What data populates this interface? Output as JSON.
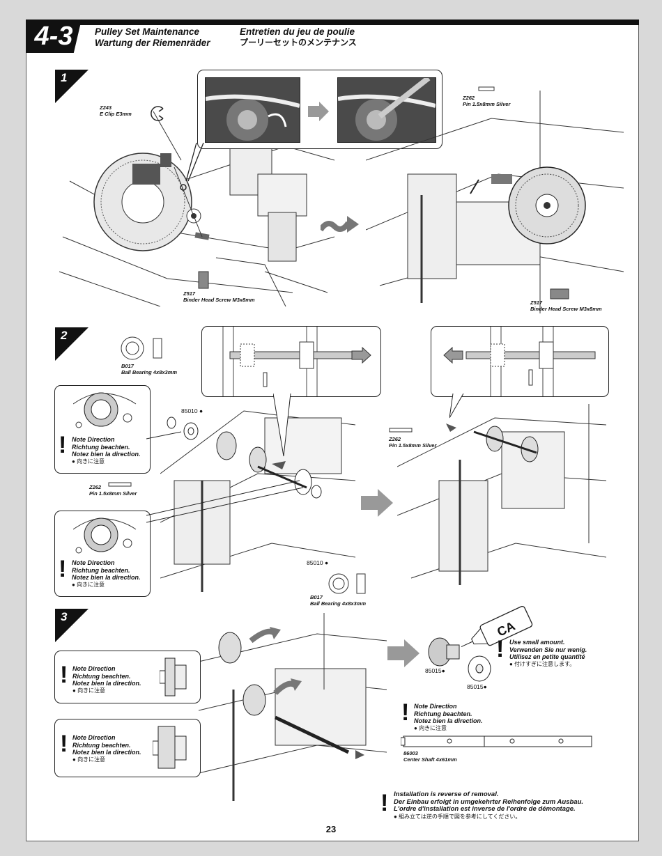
{
  "header": {
    "section": "4-3",
    "title_en": "Pulley Set Maintenance",
    "title_de": "Wartung der Riemenräder",
    "title_fr": "Entretien du jeu de poulie",
    "title_jp": "プーリーセットのメンテナンス"
  },
  "steps": [
    "1",
    "2",
    "3"
  ],
  "step1": {
    "eclip_code": "Z243",
    "eclip_name": "E Clip E3mm",
    "screw_left_code": "Z517",
    "screw_left_name": "Binder Head Screw M3x8mm",
    "pin_code": "Z262",
    "pin_name": "Pin 1.5x8mm Silver",
    "screw_right_code": "Z517",
    "screw_right_name": "Binder Head Screw M3x8mm"
  },
  "step2": {
    "bearing_top_code": "B017",
    "bearing_top_name": "Ball Bearing 4x8x3mm",
    "part_a": "85010",
    "part_b": "85010",
    "pin_code": "Z262",
    "pin_name": "Pin 1.5x8mm Silver",
    "pin_right_code": "Z262",
    "pin_right_name": "Pin 1.5x8mm Silver",
    "bearing_bottom_code": "B017",
    "bearing_bottom_name": "Ball Bearing 4x8x3mm",
    "note1": {
      "en": "Note Direction",
      "de": "Richtung beachten.",
      "fr": "Notez bien la direction.",
      "jp": "向きに注意"
    },
    "note2": {
      "en": "Note Direction",
      "de": "Richtung beachten.",
      "fr": "Notez bien la direction.",
      "jp": "向きに注意"
    }
  },
  "step3": {
    "note1": {
      "en": "Note Direction",
      "de": "Richtung beachten.",
      "fr": "Notez bien la direction.",
      "jp": "向きに注意"
    },
    "note2": {
      "en": "Note Direction",
      "de": "Richtung beachten.",
      "fr": "Notez bien la direction.",
      "jp": "向きに注意"
    },
    "note3": {
      "en": "Note Direction",
      "de": "Richtung beachten.",
      "fr": "Notez bien la direction.",
      "jp": "向きに注意"
    },
    "ca_label": "CA",
    "ca_note": {
      "en": "Use small amount.",
      "de": "Verwenden Sie nur wenig.",
      "fr": "Utilisez en petite quantité",
      "jp": "付けすぎに注意します。"
    },
    "part_a": "85015",
    "part_b": "85015",
    "shaft_code": "86003",
    "shaft_name": "Center Shaft 4x61mm",
    "install": {
      "en": "Installation is reverse of removal.",
      "de": "Der Einbau erfolgt in umgekehrter Reihenfolge zum Ausbau.",
      "fr": "L'ordre d'installation est inverse de l'ordre de démontage.",
      "jp": "組み立ては逆の手順で図を参考にしてください。"
    }
  },
  "page_number": "23"
}
